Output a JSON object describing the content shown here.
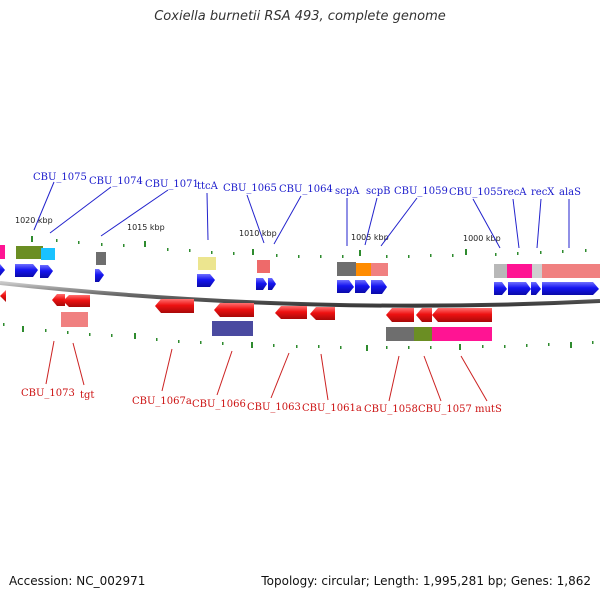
{
  "title": "Coxiella burnetii RSA 493, complete genome",
  "footer": {
    "accession": "Accession: NC_002971",
    "stats": "Topology: circular; Length: 1,995,281 bp; Genes: 1,862"
  },
  "scale_labels": [
    "1020 kbp",
    "1015 kbp",
    "1010 kbp",
    "1005 kbp",
    "1000 kbp"
  ],
  "forward_gene_labels": [
    "CBU_1075",
    "CBU_1074",
    "CBU_1071",
    "ttcA",
    "CBU_1065",
    "CBU_1064",
    "scpA",
    "scpB",
    "CBU_1059",
    "CBU_1055",
    "recA",
    "recX",
    "alaS"
  ],
  "reverse_gene_labels": [
    "CBU_1073",
    "tgt",
    "CBU_1067a",
    "CBU_1066",
    "CBU_1063",
    "CBU_1061a",
    "CBU_1058",
    "CBU_1057",
    "mutS"
  ],
  "colors": {
    "forward_label": "#1a1acc",
    "reverse_label": "#cc1111",
    "forward_gene": "#1a1aee",
    "reverse_gene": "#ee1111",
    "tick": "#2e8b2e",
    "backbone": "#888888"
  }
}
